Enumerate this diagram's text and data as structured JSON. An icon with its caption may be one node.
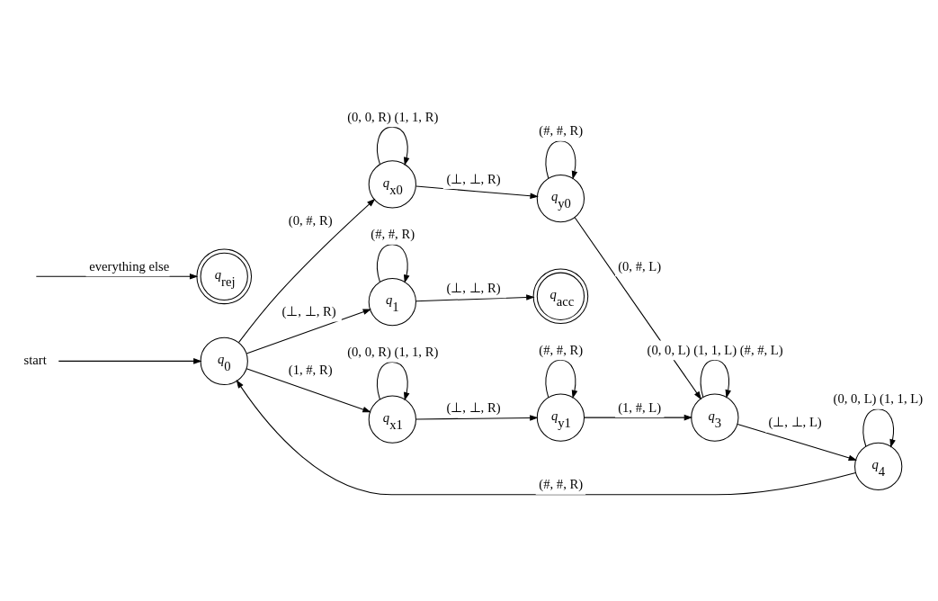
{
  "diagram": {
    "nodes": [
      {
        "text": [
          "start"
        ]
      },
      {
        "text": [
          "q$_{x0}$"
        ]
      },
      {
        "text": [
          "q$_{y0}$"
        ]
      },
      {
        "text": [
          "q$_{rej}$"
        ]
      },
      {
        "text": [
          "q$_{0}$"
        ]
      },
      {
        "text": [
          "q$_{1}$"
        ]
      },
      {
        "text": [
          "q$_{acc}$"
        ]
      },
      {
        "text": [
          "q$_{3}$"
        ]
      },
      {
        "text": [
          "q$_{4}$"
        ]
      },
      {
        "text": [
          "q$_{x1}$"
        ]
      },
      {
        "text": [
          "q$_{y1}$"
        ]
      }
    ],
    "edges": [
      {
        "from": 0,
        "to": 4,
        "arrow": "to"
      },
      {
        "from": 1,
        "to": 1,
        "arrow": "to",
        "label": "(0, 0, R) (1, 1, R)"
      },
      {
        "from": 1,
        "to": 2,
        "arrow": "to",
        "label": "(⊥, ⊥, R)"
      },
      {
        "from": 2,
        "to": 2,
        "arrow": "to",
        "label": "(#, #, R)"
      },
      {
        "from": 2,
        "to": 7,
        "arrow": "to",
        "label": "(0, #, L)"
      },
      {
        "from": null,
        "to": 3,
        "arrow": "to",
        "label": "everything else"
      },
      {
        "from": 4,
        "to": 1,
        "arrow": "to",
        "label": "(0, #, R)"
      },
      {
        "from": 5,
        "to": 5,
        "arrow": "to",
        "label": "(#, #, R)"
      },
      {
        "from": 4,
        "to": 5,
        "arrow": "to",
        "label": "(⊥, ⊥, R)"
      },
      {
        "from": 5,
        "to": 6,
        "arrow": "to",
        "label": "(⊥, ⊥, R)"
      },
      {
        "from": 7,
        "to": 7,
        "arrow": "to",
        "label": "(0, 0, L) (1, 1, L) (#, #, L)"
      },
      {
        "from": 8,
        "to": 8,
        "arrow": "to",
        "label": "(0, 0, L) (1, 1, L)"
      },
      {
        "from": 7,
        "to": 8,
        "arrow": "to",
        "label": "(⊥, ⊥, L)"
      },
      {
        "from": 4,
        "to": 9,
        "arrow": "to",
        "label": "(1, #, R)"
      },
      {
        "from": 9,
        "to": 9,
        "arrow": "to",
        "label": "(0, 0, R) (1, 1, R)"
      },
      {
        "from": 9,
        "to": 10,
        "arrow": "to",
        "label": "(⊥, ⊥, R)"
      },
      {
        "from": 10,
        "to": 10,
        "arrow": "to",
        "label": "(#, #, R)"
      },
      {
        "from": 10,
        "to": 7,
        "arrow": "to",
        "label": "(1, #, L)"
      },
      {
        "from": 8,
        "to": 4,
        "arrow": "to",
        "label": "(#, #, R)"
      }
    ]
  }
}
